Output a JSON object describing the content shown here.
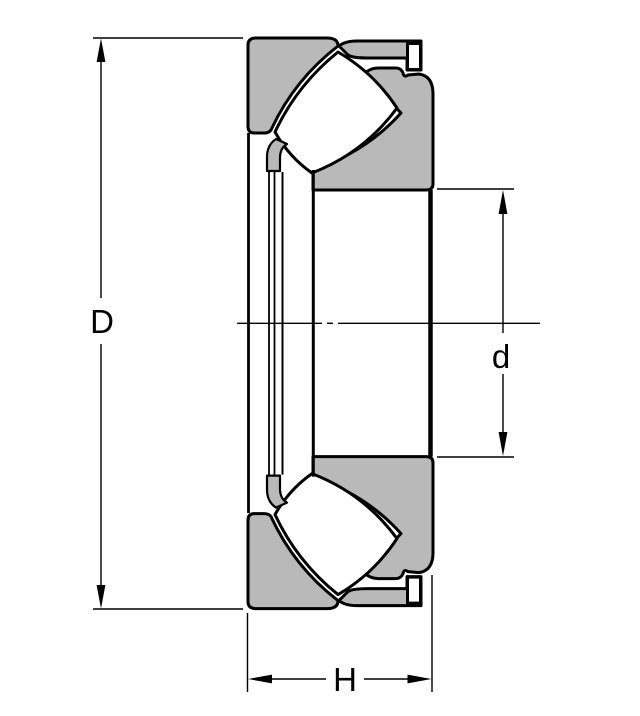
{
  "figure": {
    "type": "technical-drawing",
    "subject": "spherical-roller-thrust-bearing-cross-section",
    "background_color": "#ffffff",
    "line_color": "#000000",
    "steel_section_fill": "#b9b9b9"
  },
  "dimensions": {
    "outer_diameter_label": "D",
    "bore_diameter_label": "d",
    "height_label": "H"
  }
}
